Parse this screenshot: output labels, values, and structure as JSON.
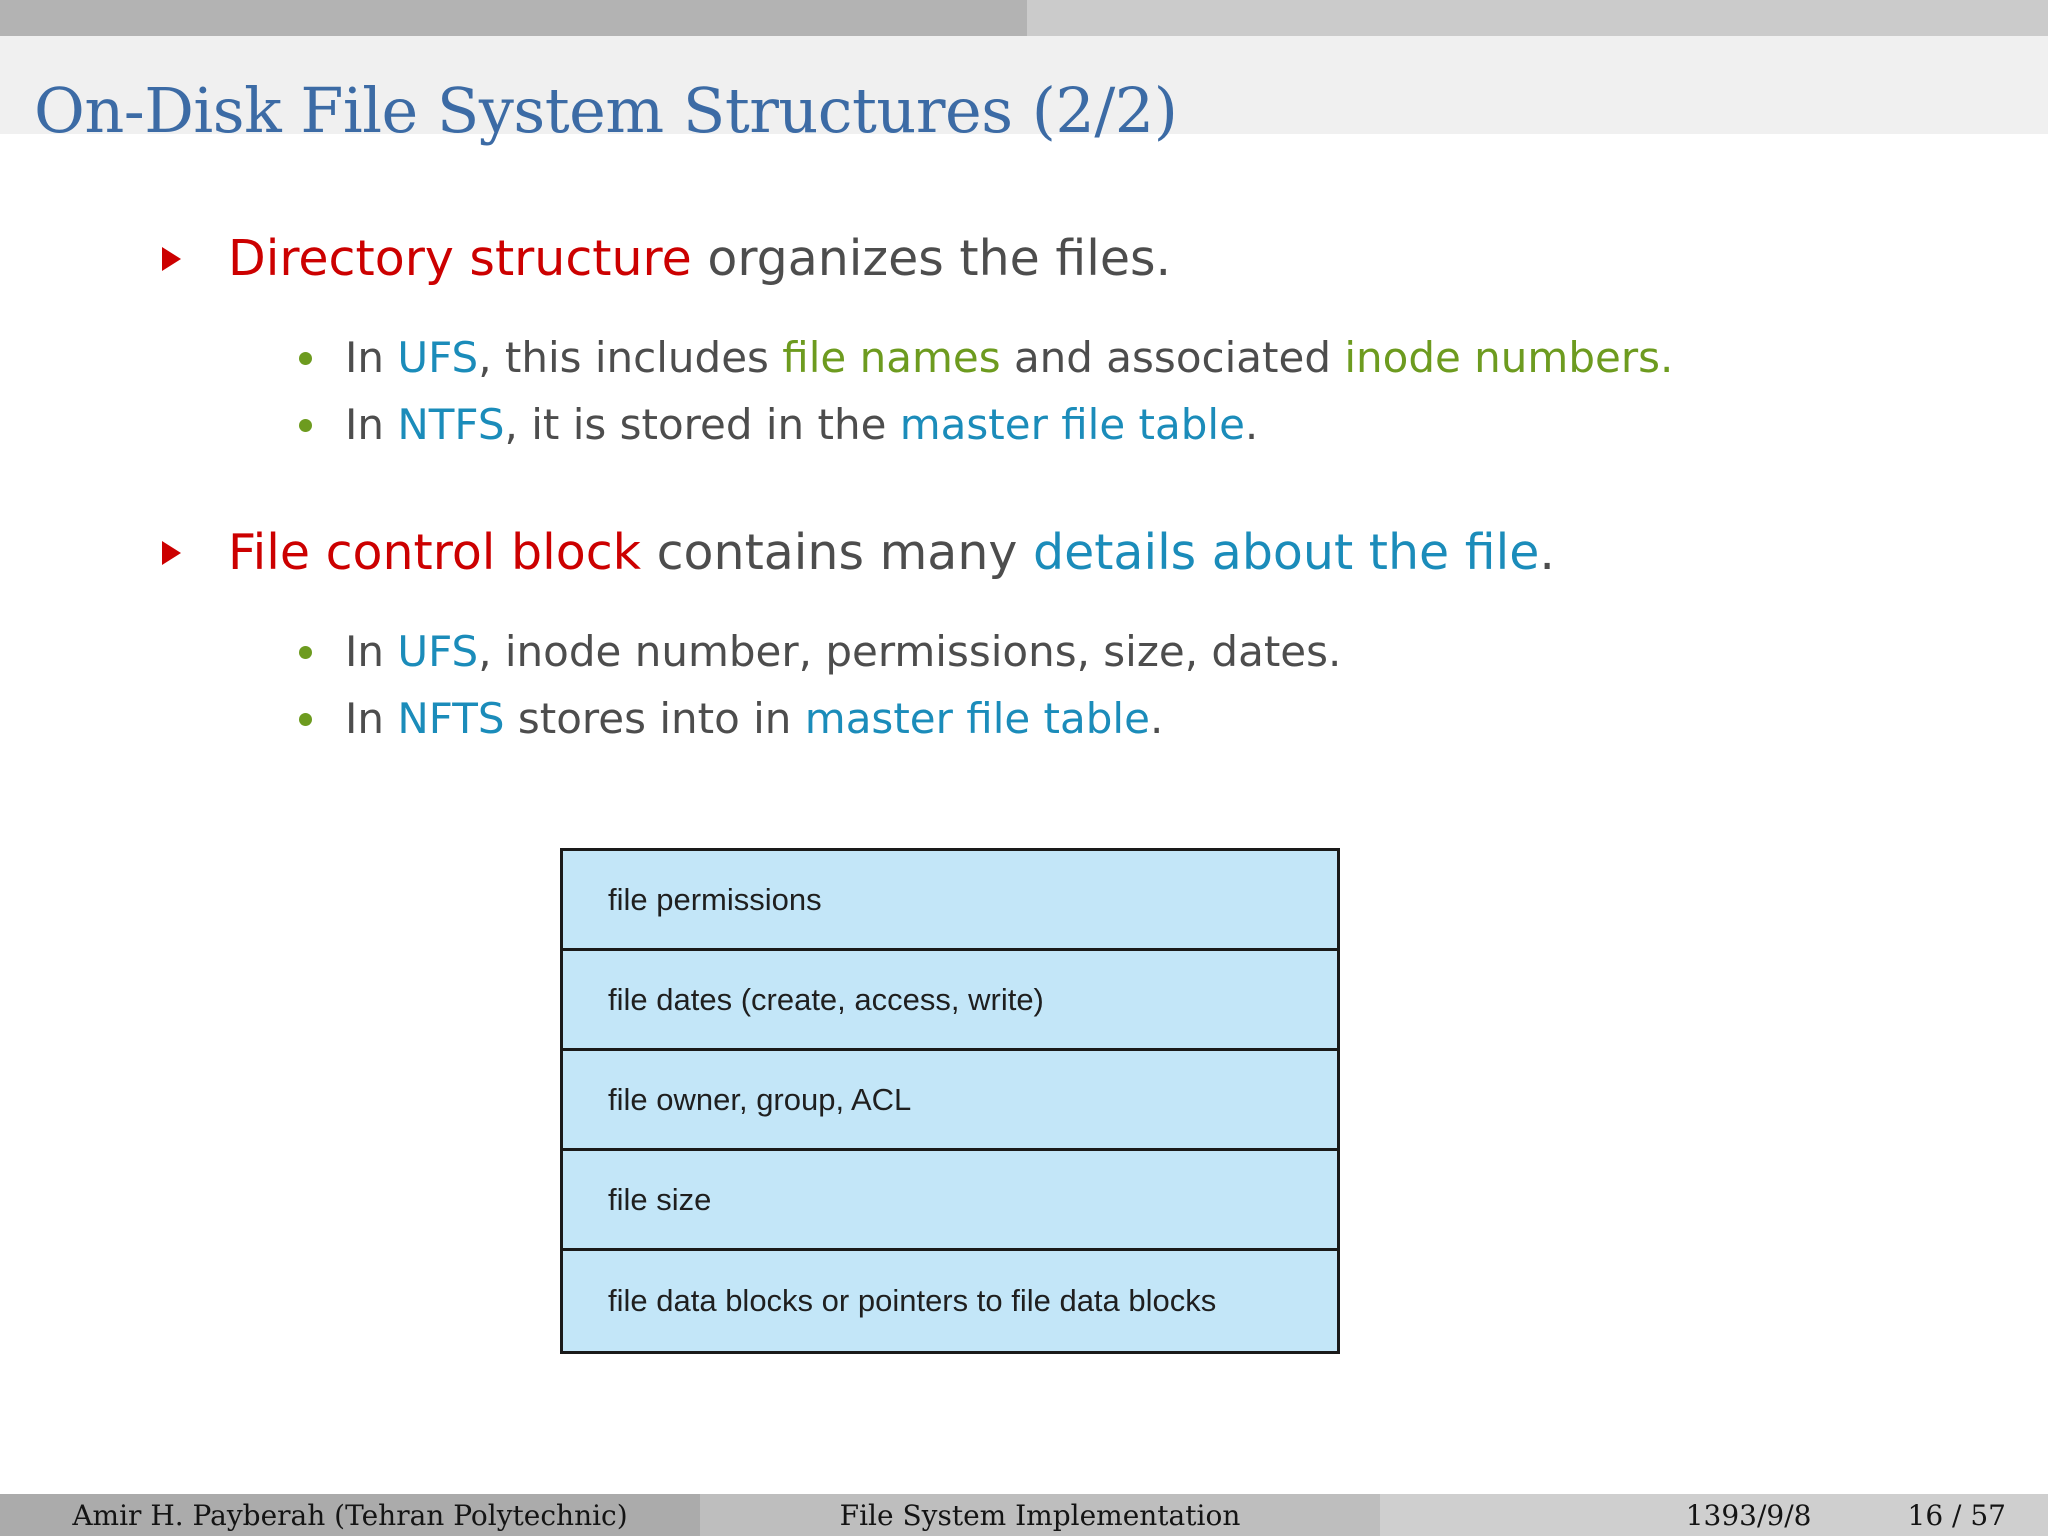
{
  "slide": {
    "title": "On-Disk File System Structures (2/2)",
    "colors": {
      "title": "#3c6ba5",
      "accent_red": "#cc0000",
      "accent_blue": "#1b8cba",
      "accent_green": "#6d9b1f",
      "body_gray": "#4d4d4d",
      "diagram_fill": "#c3e6f8",
      "topbar_dark": "#b3b3b3",
      "topbar_light": "#cbcbcb"
    }
  },
  "bullets": {
    "b1": {
      "marker": "triangle-marker",
      "seg_red": "Directory structure",
      "seg_gray": " organizes the files.",
      "sub": [
        {
          "marker": "dot-marker",
          "p1": "In ",
          "k1": "UFS",
          "p2": ", this includes ",
          "k2": "file names",
          "p3": " and associated ",
          "k3": "inode numbers."
        },
        {
          "marker": "dot-marker",
          "p1": "In ",
          "k1": "NTFS",
          "p2": ", it is stored in the ",
          "k2": "master file table",
          "p3": "."
        }
      ]
    },
    "b2": {
      "marker": "triangle-marker",
      "seg_red": "File control block",
      "seg_gray": " contains many ",
      "seg_blue": "details about the file",
      "seg_end": ".",
      "sub": [
        {
          "marker": "dot-marker",
          "p1": "In ",
          "k1": "UFS",
          "p2": ", inode number, permissions, size, dates."
        },
        {
          "marker": "dot-marker",
          "p1": "In ",
          "k1": "NFTS",
          "p2": " stores into in ",
          "k2": "master file table",
          "p3": "."
        }
      ]
    }
  },
  "fcb_diagram": {
    "name": "file-control-block",
    "rows": [
      "file permissions",
      "file dates (create, access, write)",
      "file owner, group, ACL",
      "file size",
      "file data blocks or pointers to file data blocks"
    ]
  },
  "footer": {
    "author": "Amir H. Payberah  (Tehran Polytechnic)",
    "talk": "File System Implementation",
    "date": "1393/9/8",
    "page": "16 / 57"
  }
}
